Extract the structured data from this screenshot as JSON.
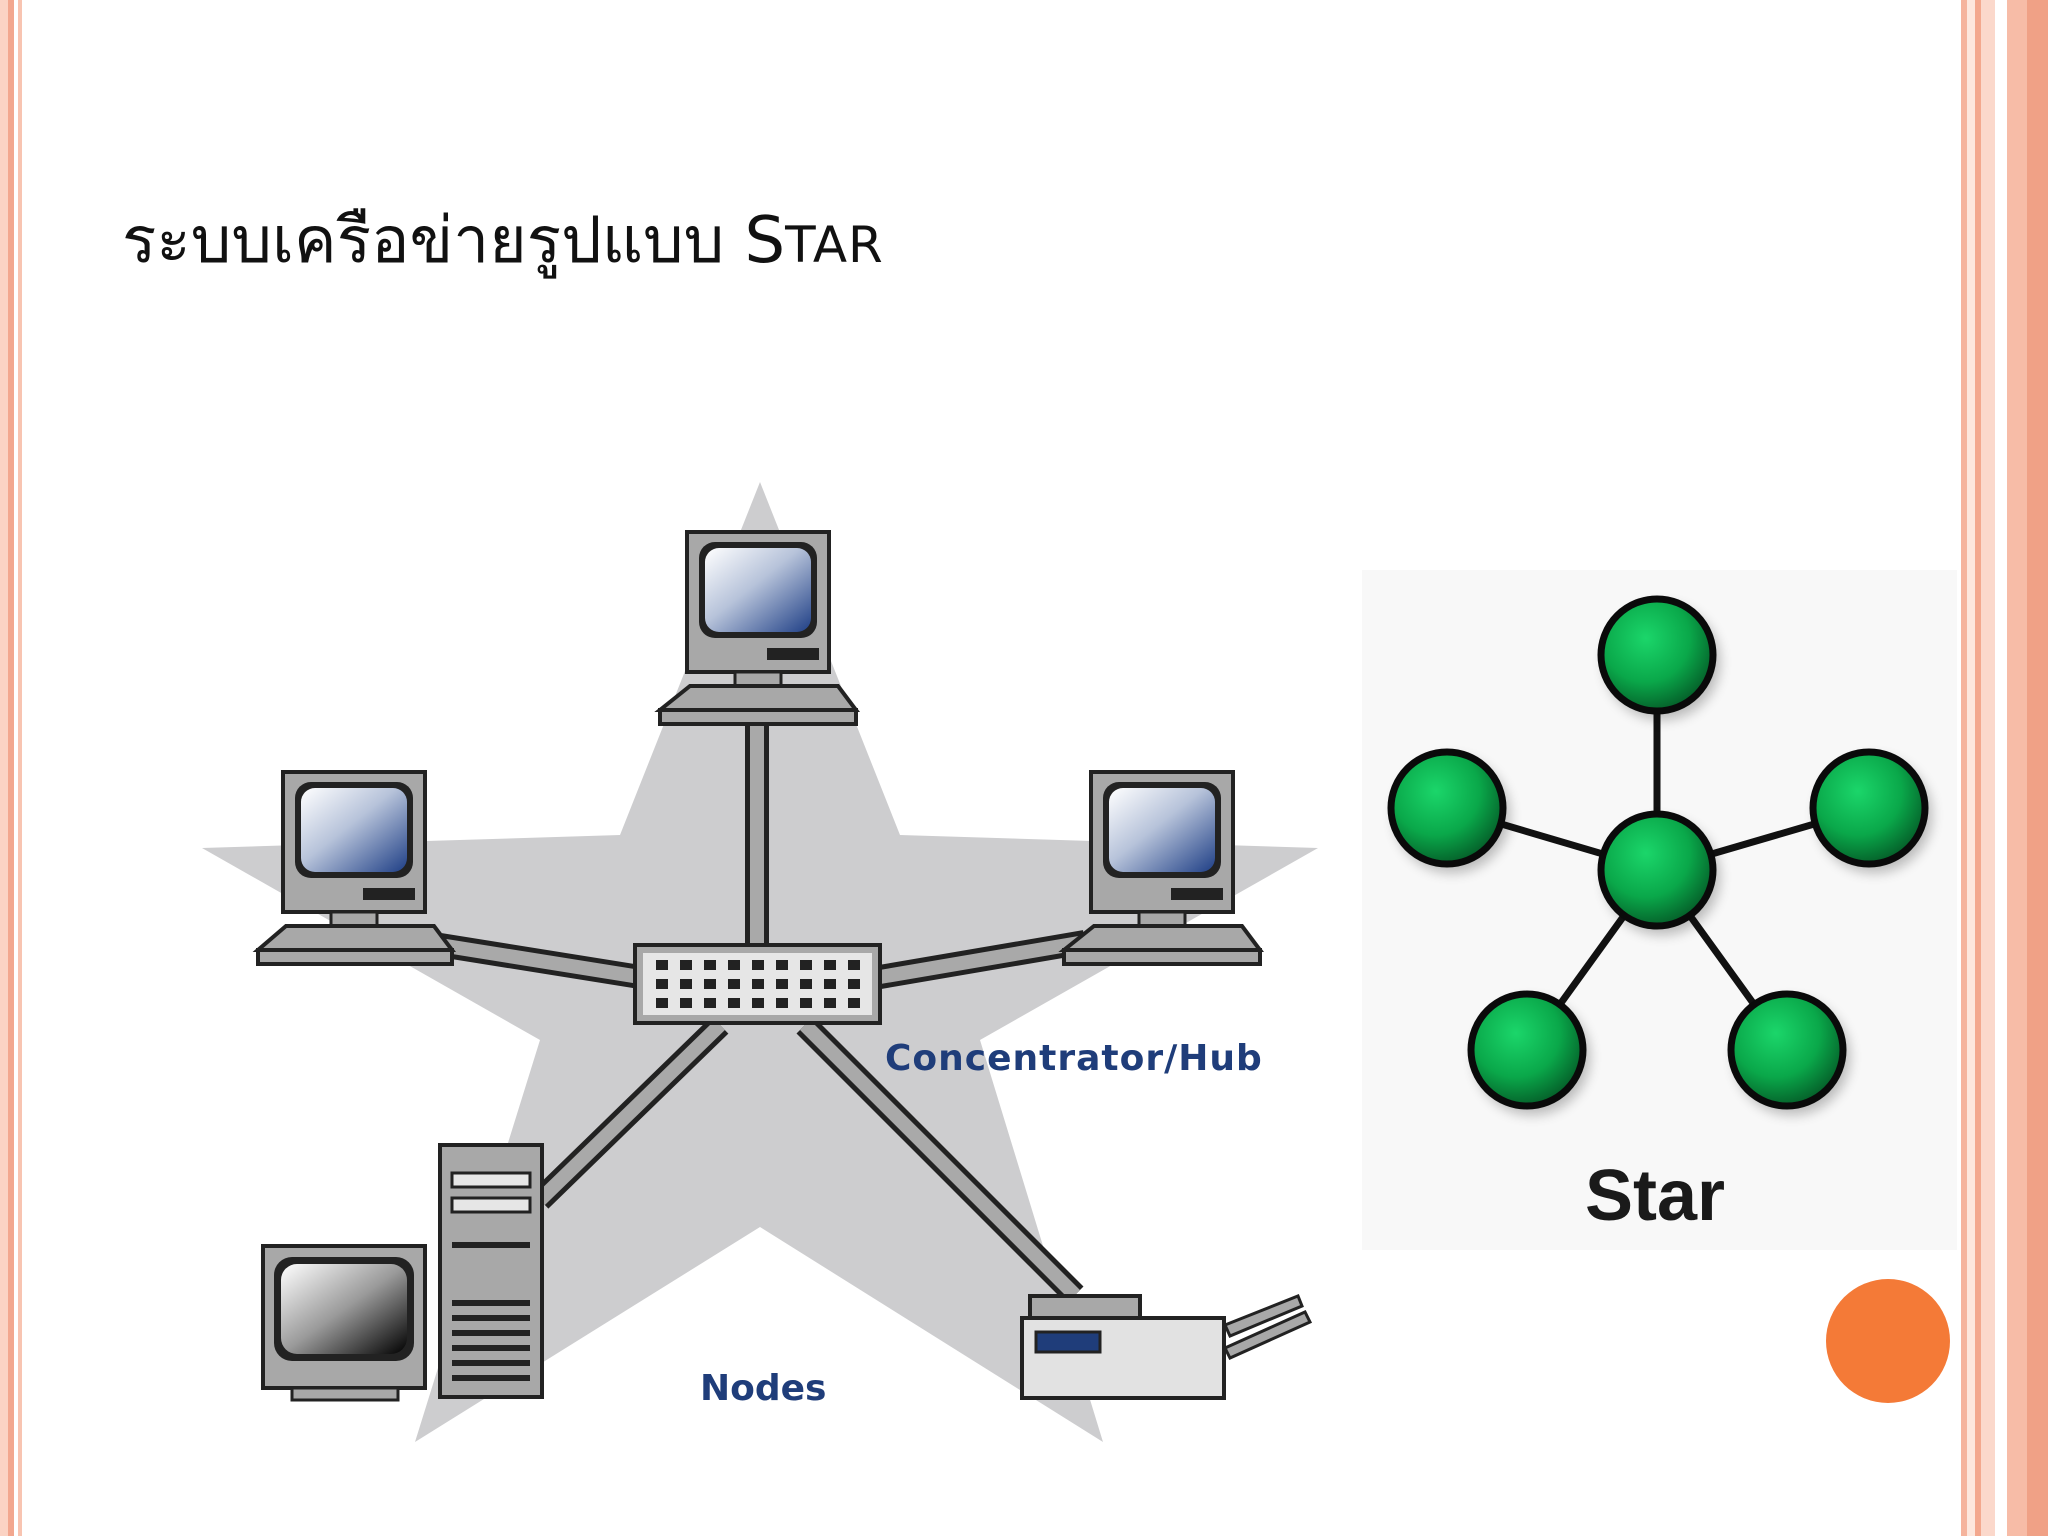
{
  "slide": {
    "title_thai": "ระบบเครือข่ายรูปแบบ",
    "title_en_first": "S",
    "title_en_rest": "tar"
  },
  "diagram_left": {
    "hub_label": "Concentrator/Hub",
    "nodes_label": "Nodes",
    "colors": {
      "star_fill": "#cdcdcf",
      "device_gray": "#a8a8a8",
      "label_blue": "#1f3d7a"
    }
  },
  "diagram_right": {
    "caption": "Star",
    "colors": {
      "node_green": "#0aa84a",
      "node_outline": "#0a0a0a"
    }
  },
  "page_number": ""
}
